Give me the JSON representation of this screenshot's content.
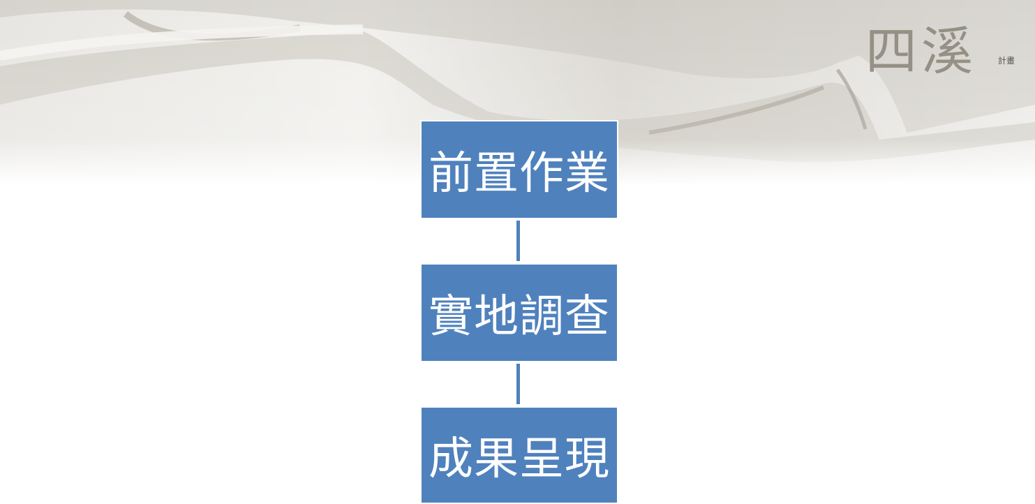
{
  "banner": {
    "logo_text": "四溪",
    "logo_subtext": "計畫"
  },
  "flowchart": {
    "steps": [
      {
        "label": "前置作業"
      },
      {
        "label": "實地調查"
      },
      {
        "label": "成果呈現"
      }
    ]
  },
  "colors": {
    "box_fill": "#4f81bd",
    "box_text": "#ffffff",
    "connector": "#4f81bd",
    "banner_grey": "#cfcbc4"
  }
}
